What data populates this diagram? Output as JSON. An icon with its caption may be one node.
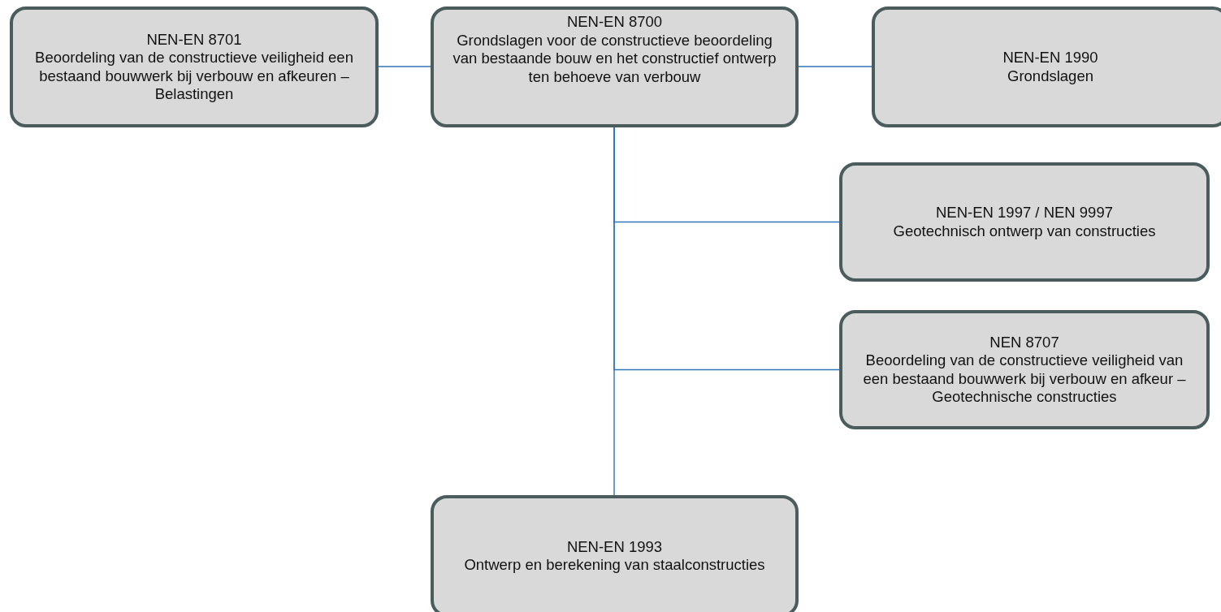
{
  "diagram": {
    "nodes": [
      {
        "text": [
          "NEN-EN 8701",
          "Beoordeling van de constructieve veiligheid een bestaand bouwwerk bij verbouw en afkeuren – Belastingen"
        ]
      },
      {
        "text": [
          "NEN-EN 8700",
          "Grondslagen voor de constructieve beoordeling van bestaande bouw en het constructief ontwerp ten behoeve van verbouw"
        ]
      },
      {
        "text": [
          "NEN-EN 1990",
          "Grondslagen"
        ]
      },
      {
        "text": [
          "NEN-EN 1997 / NEN 9997",
          "Geotechnisch ontwerp van constructies"
        ]
      },
      {
        "text": [
          "NEN 8707",
          "Beoordeling van de constructieve veiligheid van een bestaand bouwwerk bij verbouw en afkeur – Geotechnische constructies"
        ]
      },
      {
        "text": [
          "NEN-EN 1993",
          "Ontwerp en berekening van staalconstructies"
        ]
      }
    ],
    "edges": [
      {
        "from": 1,
        "to": 0,
        "arrow": "none"
      },
      {
        "from": 1,
        "to": 2,
        "arrow": "none"
      },
      {
        "from": 1,
        "to": 3,
        "arrow": "none"
      },
      {
        "from": 1,
        "to": 4,
        "arrow": "none"
      },
      {
        "from": 1,
        "to": 5,
        "arrow": "none"
      }
    ]
  }
}
